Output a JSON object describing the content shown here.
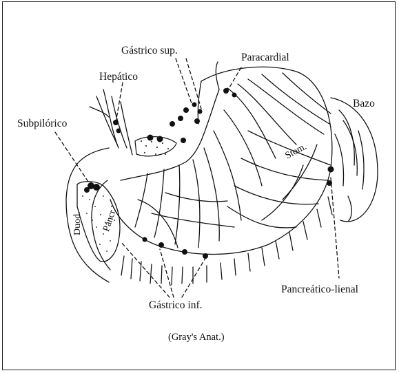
{
  "figure": {
    "labels": {
      "gastrico_sup": "Gástrico sup.",
      "paracardial": "Paracardial",
      "hepatico": "Hepático",
      "bazo": "Bazo",
      "subpilorico": "Subpilórico",
      "stom": "Stom.",
      "duod": "Duod.",
      "pancr": "Páncr.",
      "pancreatico_lienal": "Pancreático-lienal",
      "gastrico_inf": "Gástrico inf."
    },
    "caption": "(Gray's Anat.)"
  },
  "colors": {
    "ink": "#111111",
    "background": "#ffffff"
  }
}
